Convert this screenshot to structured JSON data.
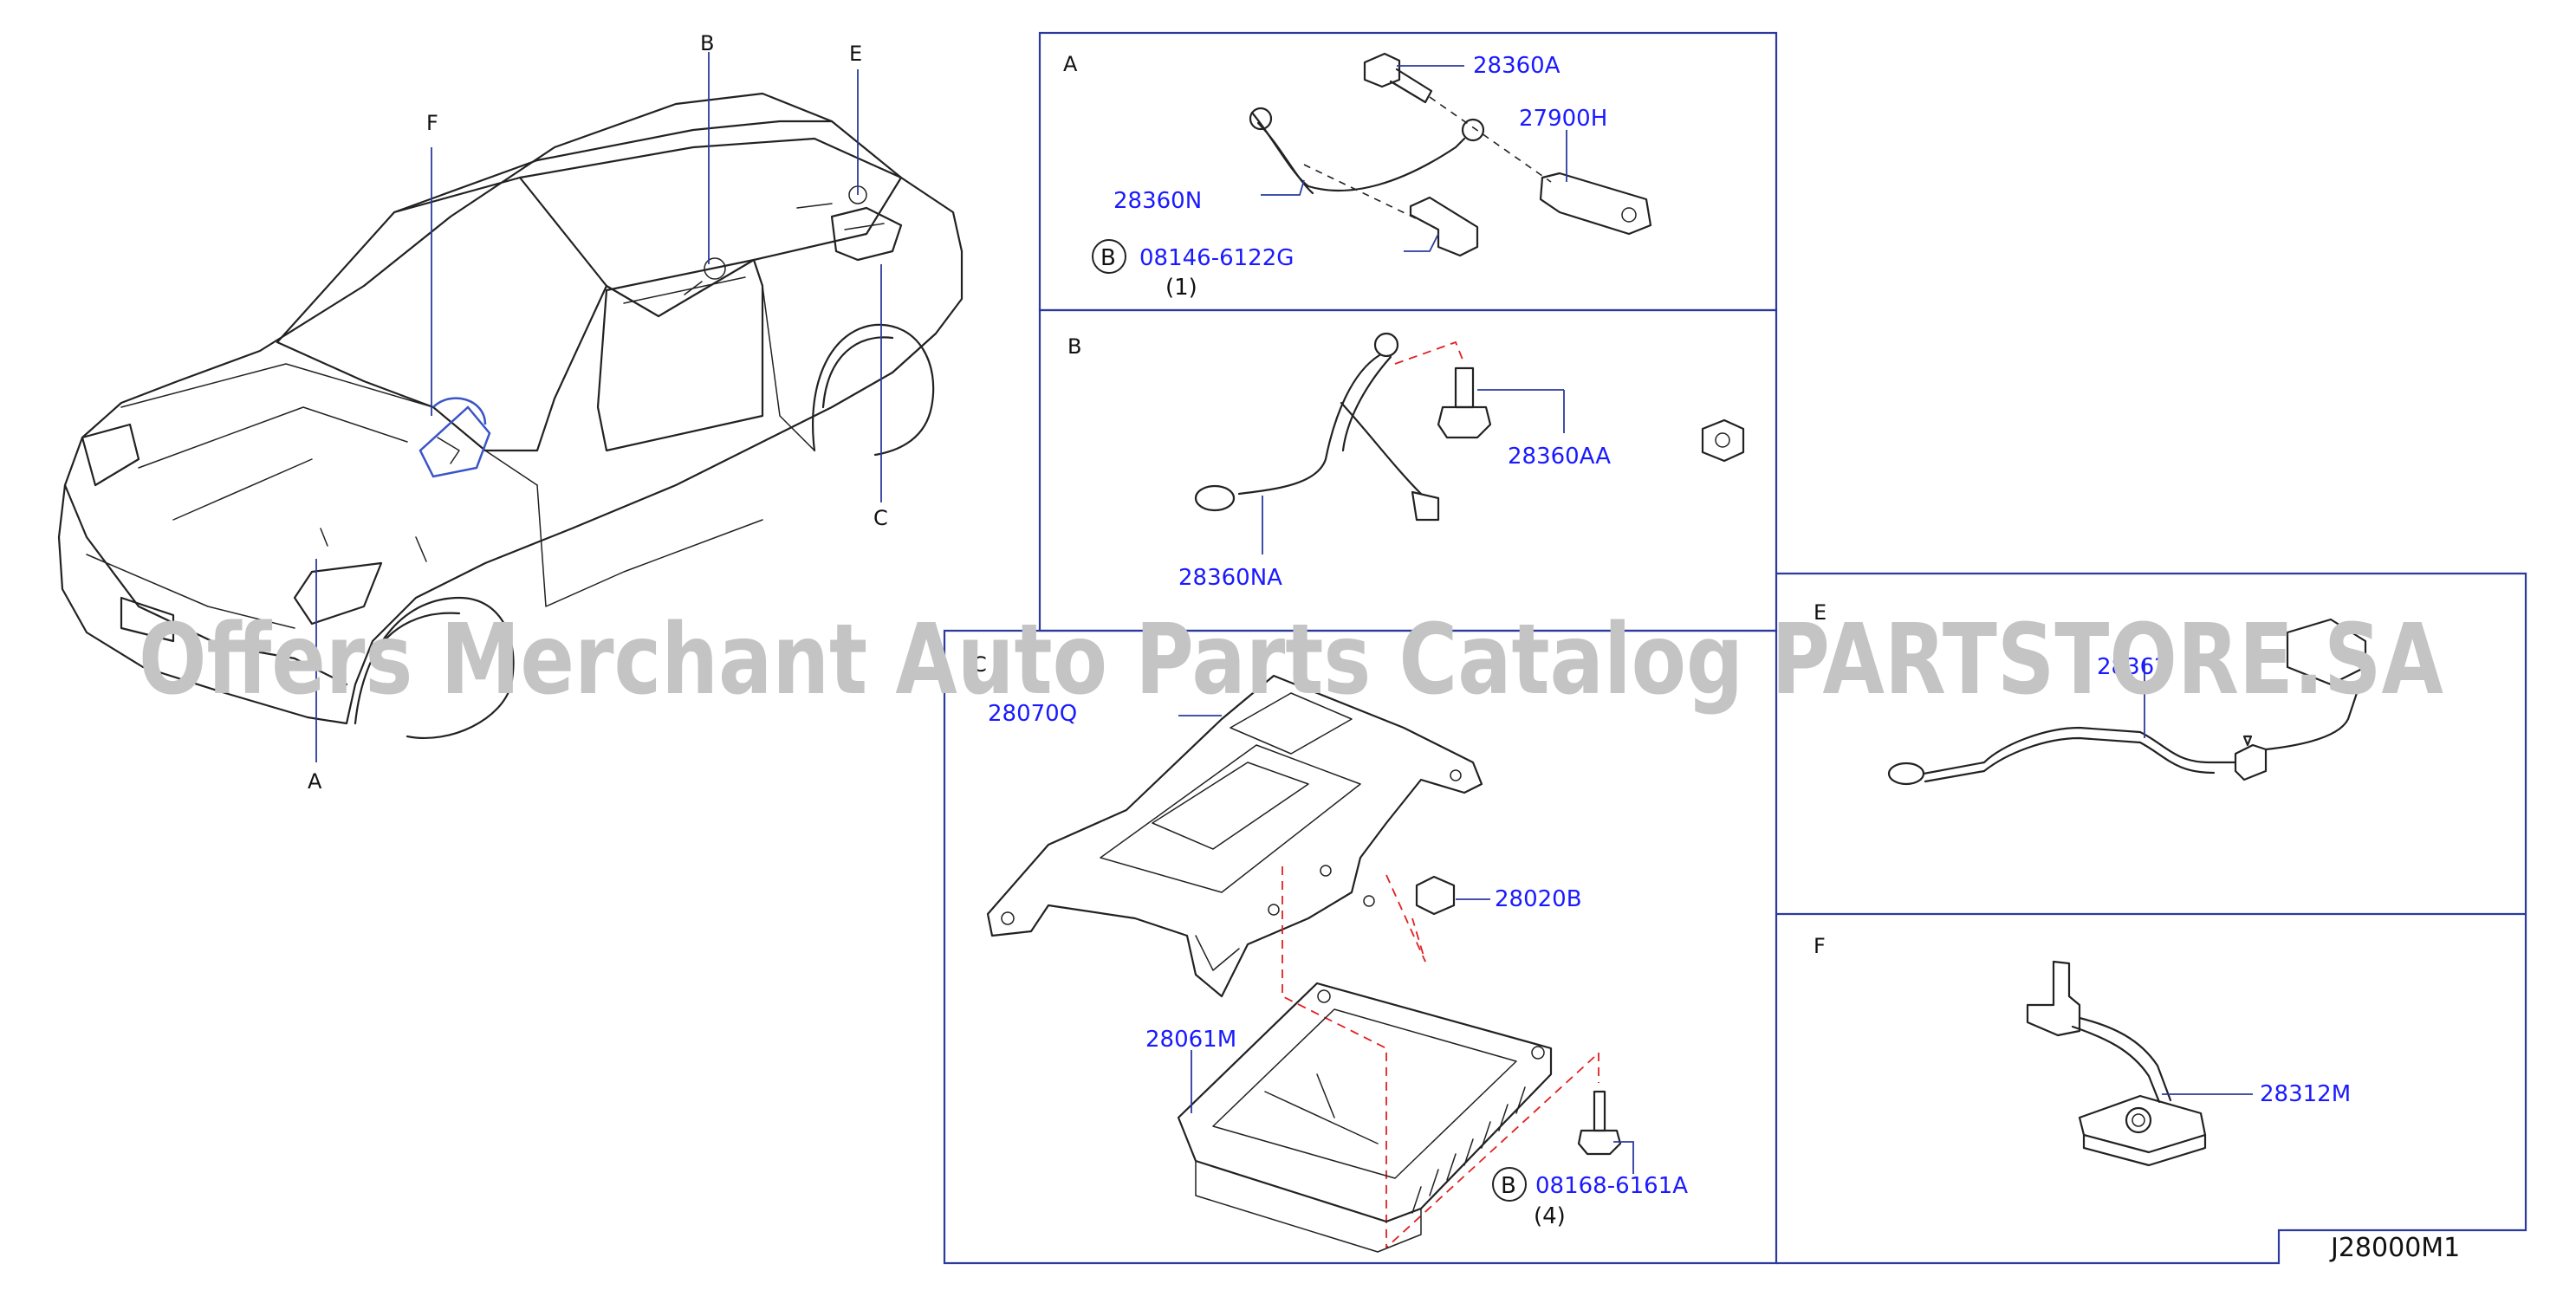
{
  "diagram_id": "J28000M1",
  "watermark": "Offers Merchant Auto Parts Catalog PARTSTORE.SA",
  "colors": {
    "part_label": "#1a1aff",
    "box_border": "#2b3a9e",
    "dashed_guide": "#e02020"
  },
  "overview": {
    "location_letters": {
      "A": "A",
      "B": "B",
      "C": "C",
      "E": "E",
      "F": "F"
    }
  },
  "sections": {
    "A": {
      "letter": "A",
      "parts": [
        "28360A",
        "27900H",
        "28360N",
        "08146-6122G"
      ],
      "bolt_marker": "B",
      "bolt_qty": "(1)"
    },
    "B": {
      "letter": "B",
      "parts": [
        "28360AA",
        "28360NA"
      ]
    },
    "C": {
      "letter": "C",
      "parts": [
        "28070Q",
        "28020B",
        "28061M",
        "08168-6161A"
      ],
      "bolt_marker": "B",
      "bolt_qty": "(4)"
    },
    "E": {
      "letter": "E",
      "parts": [
        "28362"
      ]
    },
    "F": {
      "letter": "F",
      "parts": [
        "28312M"
      ]
    }
  }
}
